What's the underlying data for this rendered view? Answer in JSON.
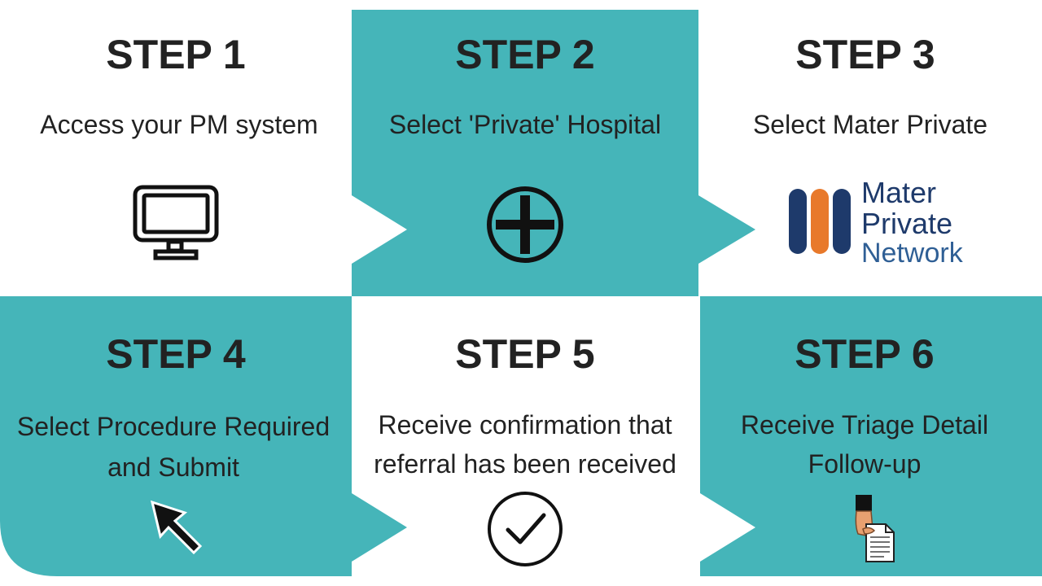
{
  "colors": {
    "teal": "#45b5b9",
    "text": "#222222",
    "logo_navy": "#1e3a6b",
    "logo_orange": "#e8792b",
    "logo_text_navy": "#1e3a6b",
    "logo_text_blue": "#2f5f95"
  },
  "steps": [
    {
      "title": "STEP 1",
      "description": [
        "Access your PM system"
      ],
      "icon": "monitor-icon"
    },
    {
      "title": "STEP 2",
      "description": [
        "Select 'Private' Hospital"
      ],
      "icon": "plus-circle-icon"
    },
    {
      "title": "STEP 3",
      "description": [
        "Select Mater Private"
      ],
      "icon": "mater-private-logo"
    },
    {
      "title": "STEP 4",
      "description": [
        "Select Procedure Required",
        "and Submit"
      ],
      "icon": "cursor-arrow-icon"
    },
    {
      "title": "STEP 5",
      "description": [
        "Receive confirmation that",
        "referral has been received"
      ],
      "icon": "checkmark-circle-icon"
    },
    {
      "title": "STEP 6",
      "description": [
        "Receive Triage Detail",
        "Follow-up"
      ],
      "icon": "hand-document-icon"
    }
  ],
  "logo": {
    "line1": "Mater",
    "line2": "Private",
    "line3": "Network"
  }
}
